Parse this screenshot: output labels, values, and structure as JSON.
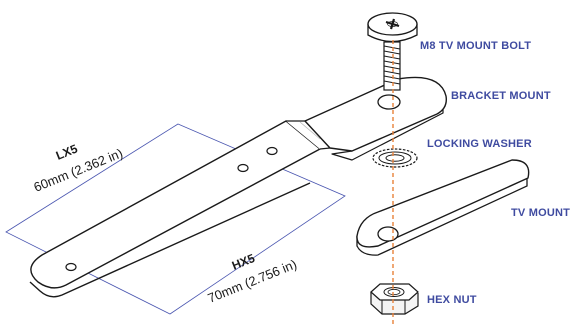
{
  "colors": {
    "callout_text": "#3f4ba0",
    "dimension_box": "#4a56b0",
    "axis_line": "#e8823a",
    "outline": "#1a1a1a"
  },
  "callouts": {
    "bolt": "M8 TV MOUNT BOLT",
    "bracket": "BRACKET MOUNT",
    "washer": "LOCKING WASHER",
    "tv_mount": "TV MOUNT",
    "nut": "HEX NUT"
  },
  "dimensions": {
    "lx": {
      "name": "LX5",
      "value": "60mm (2.362 in)"
    },
    "hx": {
      "name": "HX5",
      "value": "70mm (2.756 in)"
    }
  },
  "icons": [
    "phillips-bolt-icon",
    "bracket-plate-icon",
    "lock-washer-icon",
    "tv-mount-strip-icon",
    "hex-nut-icon"
  ]
}
